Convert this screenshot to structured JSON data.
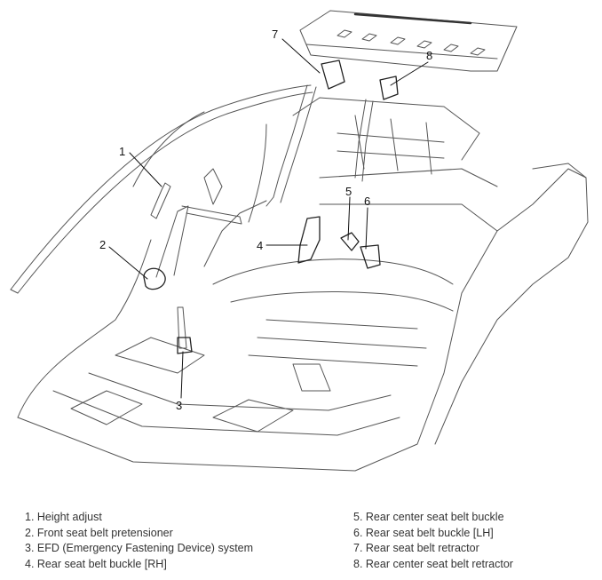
{
  "diagram": {
    "callouts": [
      "1",
      "2",
      "3",
      "4",
      "5",
      "6",
      "7",
      "8"
    ]
  },
  "legend": {
    "items": [
      "1. Height adjust",
      "2. Front seat belt pretensioner",
      "3. EFD (Emergency Fastening Device) system",
      "4. Rear seat belt buckle [RH]",
      "5. Rear center seat belt buckle",
      "6. Rear seat belt buckle [LH]",
      "7. Rear seat belt retractor",
      "8. Rear center seat belt retractor"
    ]
  }
}
